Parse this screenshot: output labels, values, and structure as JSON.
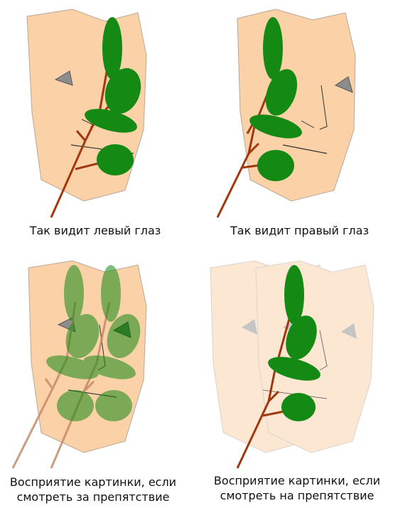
{
  "captions": {
    "left_eye": "Так видит левый глаз",
    "right_eye": "Так видит правый глаз",
    "behind": "Восприятие картинки, если смотреть за препятствие",
    "on_obstacle": "Восприятие картинки, если смотреть на препятствие"
  },
  "colors": {
    "face_fill": "#fbd1a8",
    "face_stroke": "#b8a898",
    "leaf": "#148a14",
    "leaf_faded": "#7ea84a",
    "branch": "#a0380e",
    "eye": "#8c8c8c",
    "eye_dark": "#4a6a3a",
    "line": "#333333"
  }
}
